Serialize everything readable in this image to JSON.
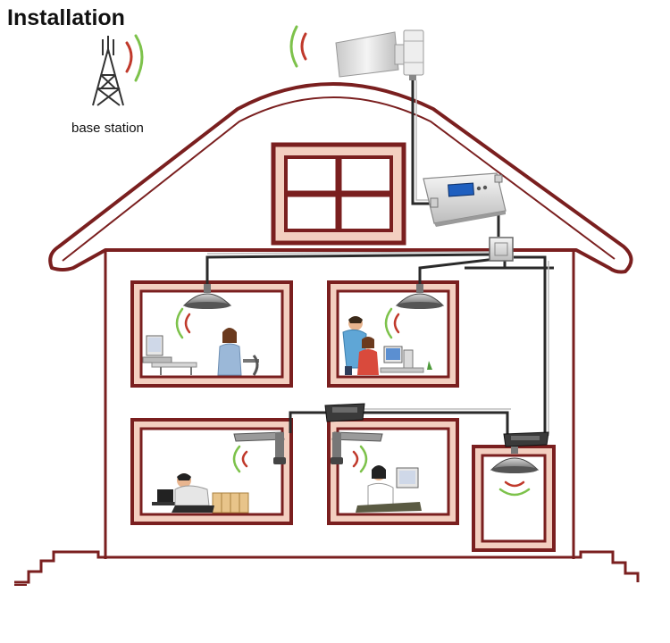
{
  "title": "Installation",
  "base_station": {
    "label": "base station",
    "icon": "cell-tower-icon"
  },
  "colors": {
    "house_outline": "#7a1f1f",
    "window_fill": "#f3cfc0",
    "cable": "#2a2a2a",
    "signal_red": "#c0392b",
    "signal_green": "#7dc24b",
    "antenna": "#dcdcdc",
    "repeater_screen": "#1f5fbf"
  },
  "components": [
    {
      "name": "outdoor-antenna",
      "icon": "panel-antenna-icon"
    },
    {
      "name": "signal-repeater",
      "icon": "repeater-icon"
    },
    {
      "name": "power-splitter",
      "icon": "splitter-icon"
    },
    {
      "name": "ceiling-antenna",
      "icon": "ceiling-antenna-icon"
    },
    {
      "name": "wall-antenna",
      "icon": "wall-antenna-icon"
    }
  ]
}
